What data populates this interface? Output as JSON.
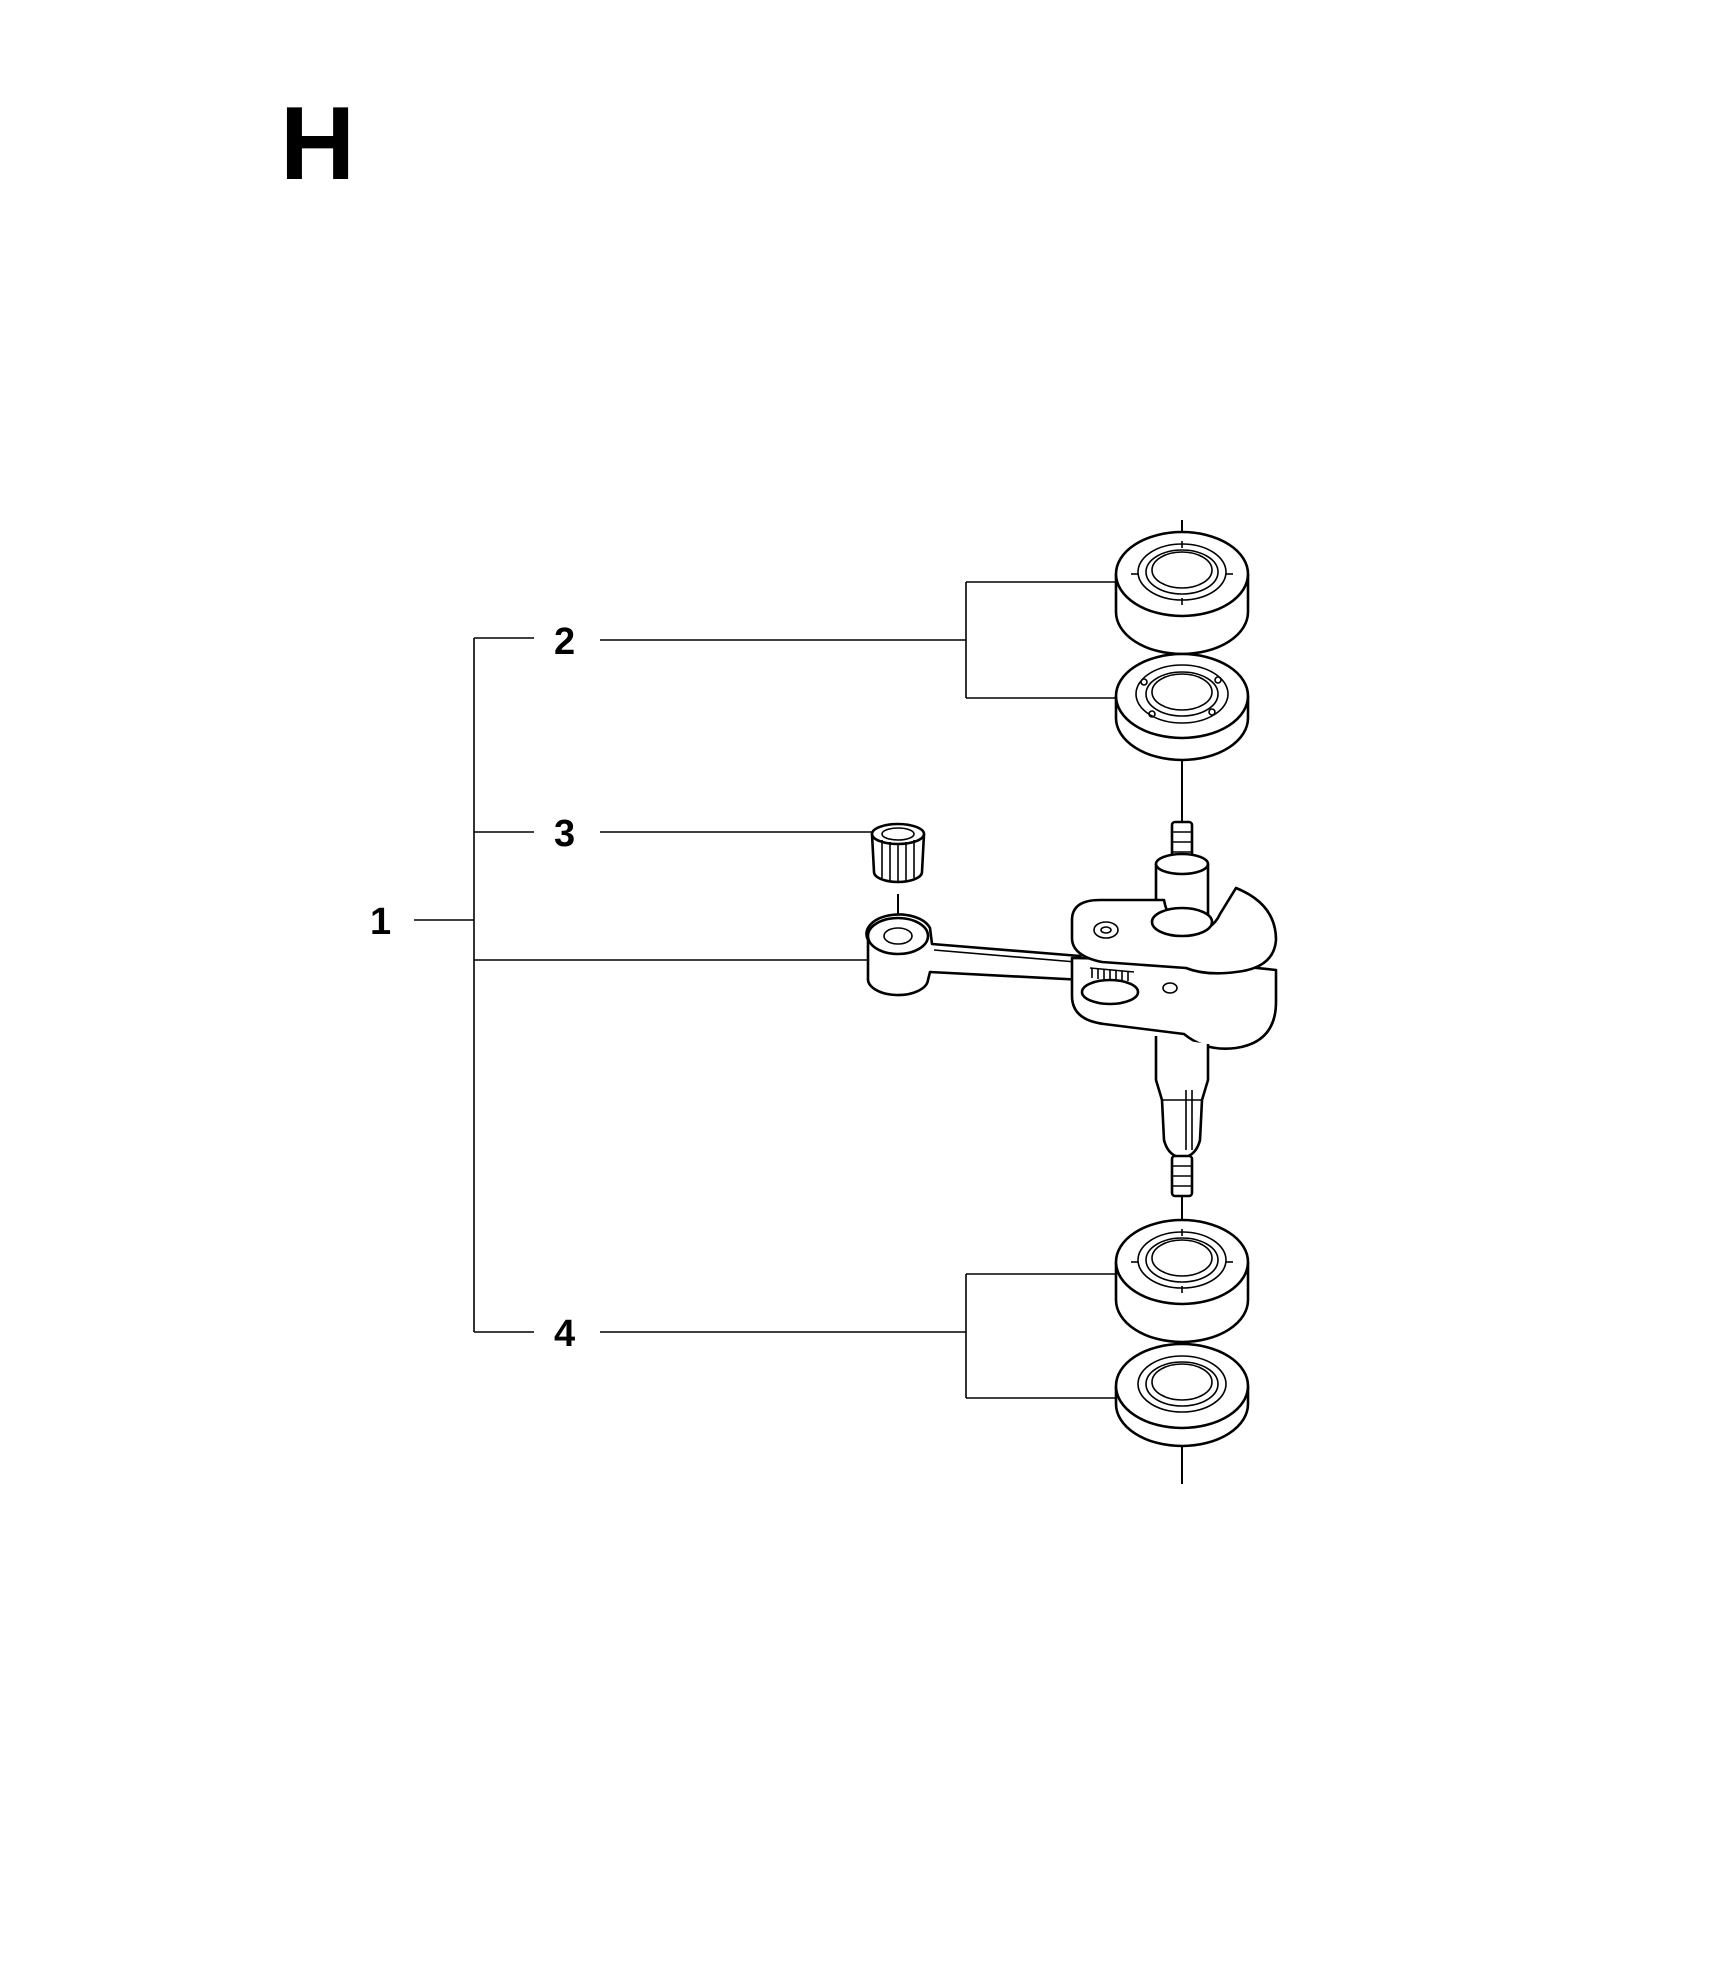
{
  "diagram": {
    "section_letter": "H",
    "callouts": [
      {
        "id": "1",
        "label": "1"
      },
      {
        "id": "2",
        "label": "2"
      },
      {
        "id": "3",
        "label": "3"
      },
      {
        "id": "4",
        "label": "4"
      }
    ]
  }
}
